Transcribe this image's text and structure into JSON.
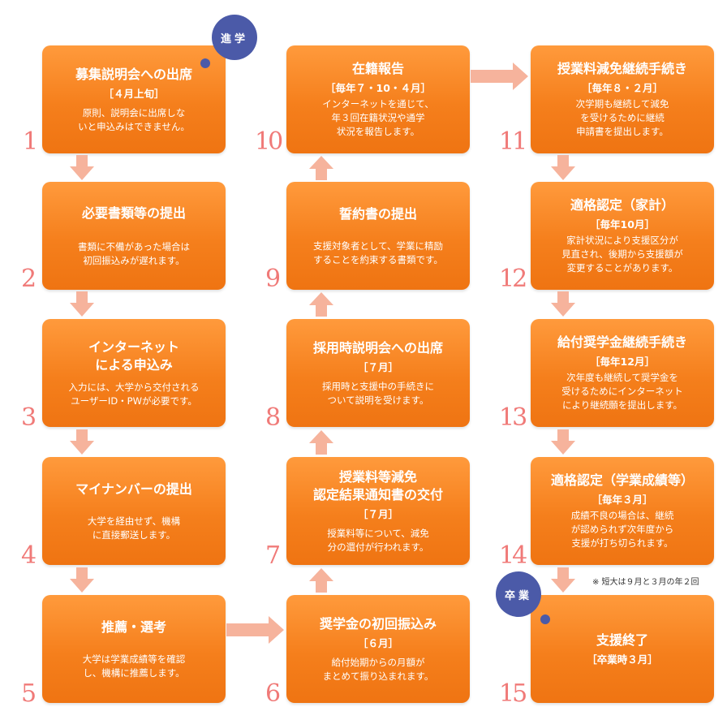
{
  "steps": [
    {
      "num": "1",
      "title": "募集説明会への出席",
      "period": "［４月上旬］",
      "desc": "原則、説明会に出席しな\nいと申込みはできません。"
    },
    {
      "num": "2",
      "title": "必要書類等の提出",
      "period": "",
      "desc": "書類に不備があった場合は\n初回振込みが遅れます。"
    },
    {
      "num": "3",
      "title": "インターネット\nによる申込み",
      "period": "",
      "desc": "入力には、大学から交付される\nユーザーID・PWが必要です。"
    },
    {
      "num": "4",
      "title": "マイナンバーの提出",
      "period": "",
      "desc": "大学を経由せず、機構\nに直接郵送します。"
    },
    {
      "num": "5",
      "title": "推薦・選考",
      "period": "",
      "desc": "大学は学業成績等を確認\nし、機構に推薦します。"
    },
    {
      "num": "6",
      "title": "奨学金の初回振込み",
      "period": "［６月］",
      "desc": "給付始期からの月額が\nまとめて振り込まれます。"
    },
    {
      "num": "7",
      "title": "授業料等減免\n認定結果通知書の交付",
      "period": "［７月］",
      "desc": "授業料等について、減免\n分の還付が行われます。"
    },
    {
      "num": "8",
      "title": "採用時説明会への出席",
      "period": "［７月］",
      "desc": "採用時と支援中の手続きに\nついて説明を受けます。"
    },
    {
      "num": "9",
      "title": "誓約書の提出",
      "period": "",
      "desc": "支援対象者として、学業に精励\nすることを約束する書類です。"
    },
    {
      "num": "10",
      "title": "在籍報告",
      "period": "［毎年７・10・４月］",
      "desc": "インターネットを通じて、\n年３回在籍状況や通学\n状況を報告します。"
    },
    {
      "num": "11",
      "title": "授業料減免継続手続き",
      "period": "［毎年８・２月］",
      "desc": "次学期も継続して減免\nを受けるために継続\n申請書を提出します。"
    },
    {
      "num": "12",
      "title": "適格認定（家計）",
      "period": "［毎年10月］",
      "desc": "家計状況により支援区分が\n見直され、後期から支援額が\n変更することがあります。"
    },
    {
      "num": "13",
      "title": "給付奨学金継続手続き",
      "period": "［毎年12月］",
      "desc": "次年度も継続して奨学金を\n受けるためにインターネット\nにより継続願を提出します。"
    },
    {
      "num": "14",
      "title": "適格認定（学業成績等）",
      "period": "［毎年３月］",
      "desc": "成績不良の場合は、継続\nが認められず次年度から\n支援が打ち切られます。"
    },
    {
      "num": "15",
      "title": "支援終了",
      "period": "［卒業時３月］",
      "desc": ""
    }
  ],
  "bubbles": {
    "entry": "進学",
    "graduation": "卒業"
  },
  "note": "※ 短大は９月と３月の年２回",
  "colors": {
    "box": "#f57f1c",
    "arrow": "#f6b39c",
    "number": "#f07a78",
    "bubble": "#4b5aa8"
  }
}
